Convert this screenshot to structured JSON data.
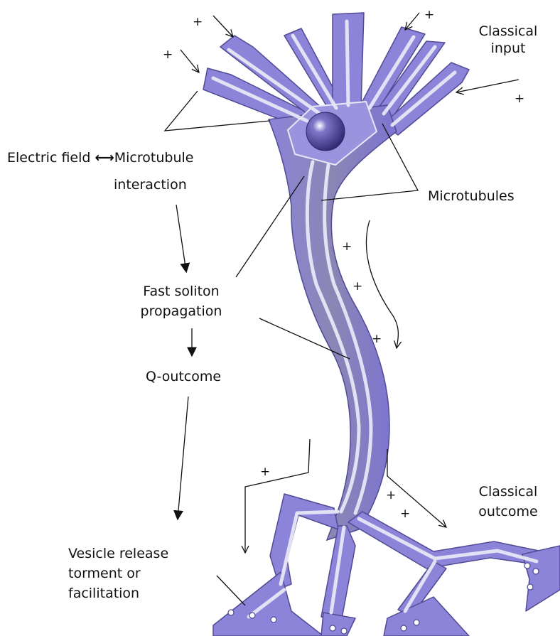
{
  "colors": {
    "membrane": "#8c84d8",
    "membrane_dark": "#8a86b4",
    "outline": "#514a94",
    "microtubule_track": "#a29cd0",
    "nucleus": "#3d3383",
    "arrow": "#111111"
  },
  "labels": {
    "classical_input": [
      "Classical",
      "input"
    ],
    "electric_field": "Electric field",
    "double_arrow": "⟷",
    "microtubule": "Microtubule",
    "interaction": "interaction",
    "microtubules": "Microtubules",
    "fast_soliton": [
      "Fast soliton",
      "propagation"
    ],
    "q_outcome": "Q-outcome",
    "classical_outcome": [
      "Classical",
      "outcome"
    ],
    "vesicle_release": [
      "Vesicle release",
      "torment or",
      "facilitation"
    ]
  },
  "charge_sign": "+"
}
